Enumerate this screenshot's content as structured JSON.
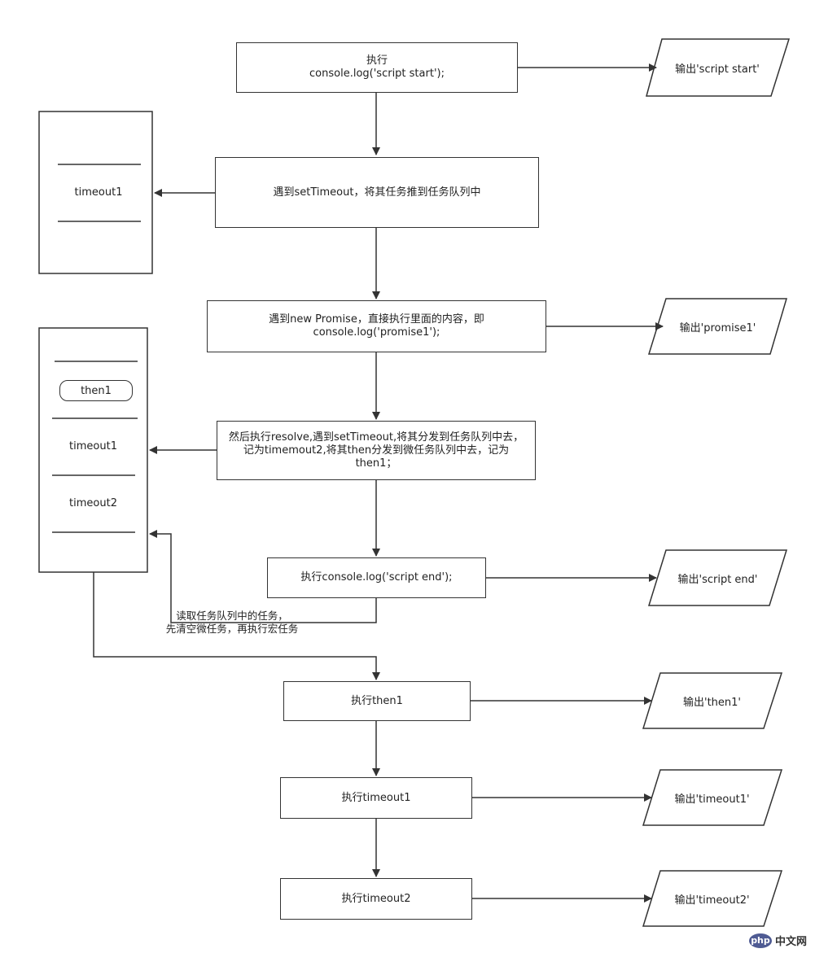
{
  "steps": {
    "s1": {
      "line1": "执行",
      "line2": "console.log('script start');"
    },
    "s2": {
      "line1": "遇到setTimeout，将其任务推到任务队列中"
    },
    "s3": {
      "line1": "遇到new Promise，直接执行里面的内容，即",
      "line2": "console.log('promise1');"
    },
    "s4": {
      "line1": "然后执行resolve,遇到setTimeout,将其分发到任务队列中去，",
      "line2": "记为timemout2,将其then分发到微任务队列中去，记为",
      "line3": "then1；"
    },
    "s5": {
      "line1": "执行console.log('script end');"
    },
    "s6": {
      "line1": "执行then1"
    },
    "s7": {
      "line1": "执行timeout1"
    },
    "s8": {
      "line1": "执行timeout2"
    }
  },
  "outputs": {
    "o1": "输出'script start'",
    "o2": "输出'promise1'",
    "o3": "输出'script end'",
    "o4": "输出'then1'",
    "o5": "输出'timeout1'",
    "o6": "输出'timeout2'"
  },
  "queue1": {
    "item1": "timeout1"
  },
  "queue2": {
    "micro1": "then1",
    "item1": "timeout1",
    "item2": "timeout2"
  },
  "note": {
    "line1": "读取任务队列中的任务，",
    "line2": "先清空微任务，再执行宏任务"
  },
  "watermark": {
    "badge": "php",
    "text": "中文网"
  }
}
